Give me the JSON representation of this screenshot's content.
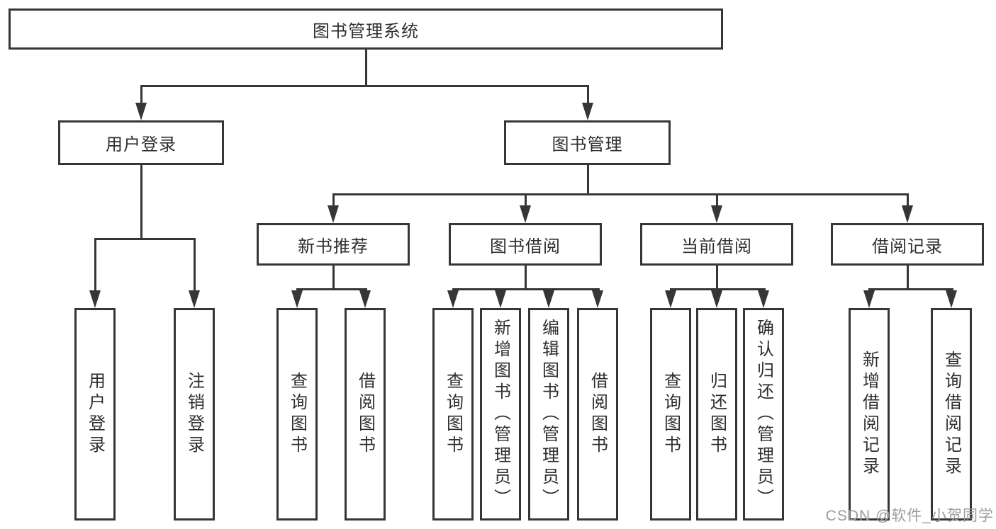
{
  "diagram": {
    "title": "图书管理系统",
    "root": {
      "label": "图书管理系统"
    },
    "level2": [
      {
        "label": "用户登录"
      },
      {
        "label": "图书管理"
      }
    ],
    "level3": [
      {
        "label": "新书推荐"
      },
      {
        "label": "图书借阅"
      },
      {
        "label": "当前借阅"
      },
      {
        "label": "借阅记录"
      }
    ],
    "leaves": {
      "user": [
        "用户登录",
        "注销登录"
      ],
      "recommend": [
        "查询图书",
        "借阅图书"
      ],
      "borrow": [
        "查询图书",
        "新增图书（管理员）",
        "编辑图书（管理员）",
        "借阅图书"
      ],
      "current": [
        "查询图书",
        "归还图书",
        "确认归还（管理员）"
      ],
      "records": [
        "新增借阅记录",
        "查询借阅记录"
      ]
    }
  },
  "watermark": {
    "text": "CSDN @软件_小贺同学"
  },
  "colors": {
    "line": "#363636",
    "text": "#2e2e2e",
    "watermark": "#9b9b9b",
    "background": "#ffffff"
  }
}
